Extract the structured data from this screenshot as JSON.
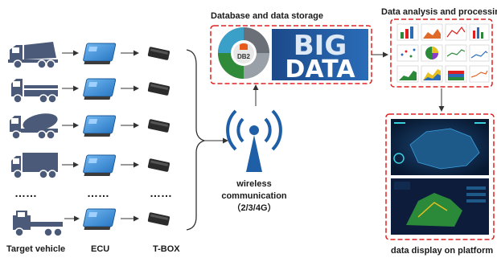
{
  "labels": {
    "db_title": "Database and data storage",
    "analysis_title": "Data analysis and processing",
    "platform_title": "data display on platform",
    "wireless_line1": "wireless",
    "wireless_line2": "communication",
    "wireless_line3": "（2/3/4G）",
    "col_vehicle": "Target vehicle",
    "col_ecu": "ECU",
    "col_tbox": "T-BOX",
    "ellipsis": "……",
    "db_badge": "DB2",
    "big": "BIG",
    "data": "DATA"
  },
  "vehicles": [
    {
      "type": "dump-truck"
    },
    {
      "type": "box-truck"
    },
    {
      "type": "cement-mixer"
    },
    {
      "type": "van-truck"
    },
    {
      "type": "tractor-trailer"
    }
  ],
  "colors": {
    "vehicle": "#4a5a78",
    "ecu": "#3a8ed8",
    "tbox": "#2b2b2b",
    "dash_border": "#e02020",
    "antenna": "#1f5fa8",
    "dark_panel": "#0c1c3a"
  }
}
